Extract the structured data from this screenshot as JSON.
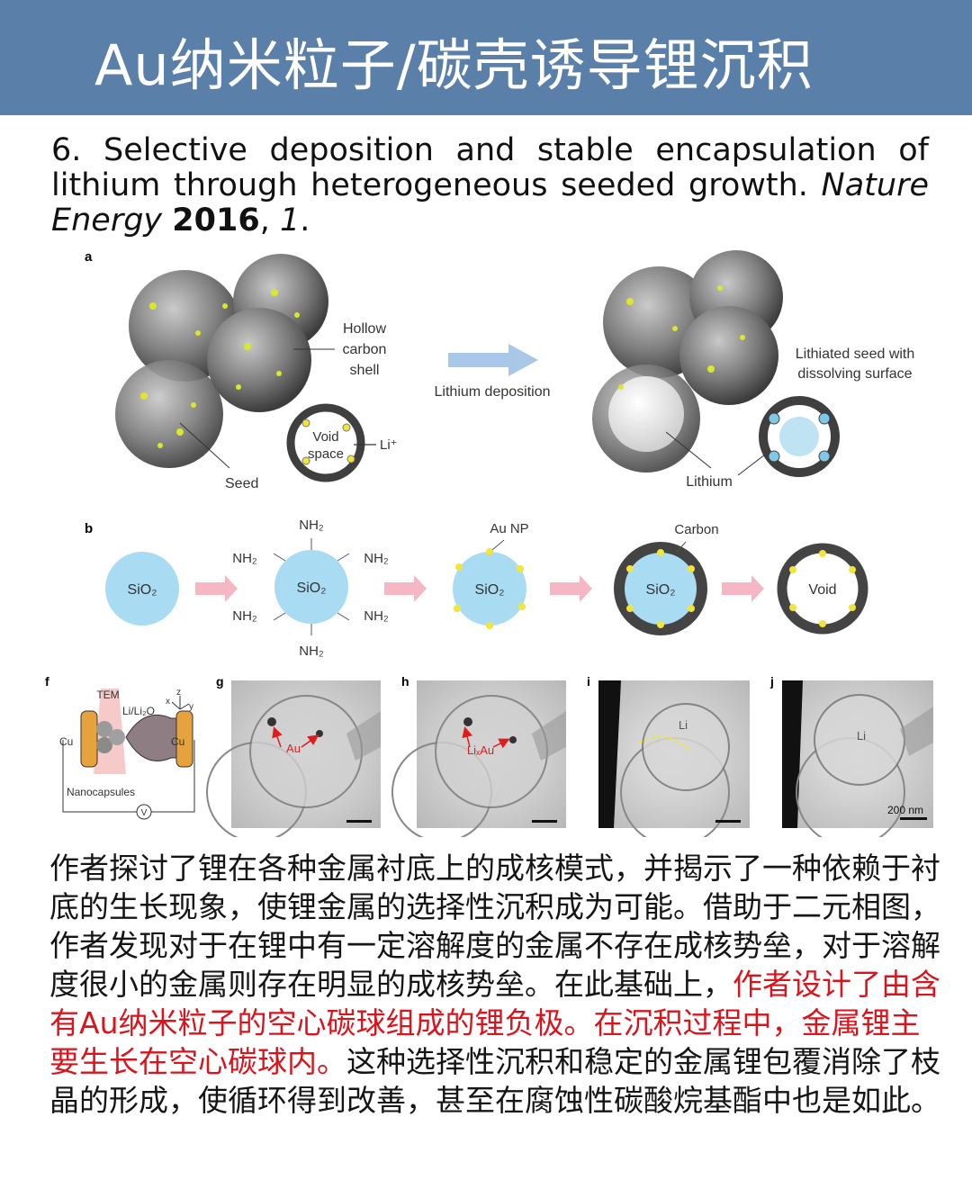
{
  "header": {
    "title": "Au纳米粒子/碳壳诱导锂沉积"
  },
  "citation": {
    "number": "6.",
    "title": "Selective deposition and stable encapsulation of lithium through heterogeneous seeded growth.",
    "journal": "Nature Energy",
    "year": "2016",
    "volume": "1",
    "sep": ", ",
    "end": "."
  },
  "figure": {
    "panel_a": {
      "label": "a",
      "hollow_line1": "Hollow",
      "hollow_line2": "carbon",
      "hollow_line3": "shell",
      "void_line1": "Void",
      "void_line2": "space",
      "li_ion": "Li⁺",
      "seed": "Seed",
      "deposition": "Lithium deposition",
      "lithiated_line1": "Lithiated seed with",
      "lithiated_line2": "dissolving surface",
      "lithium": "Lithium"
    },
    "panel_b": {
      "label": "b",
      "sio2": "SiO₂",
      "nh2": "NH₂",
      "au_np": "Au NP",
      "carbon": "Carbon",
      "void": "Void"
    },
    "panel_f": {
      "label": "f",
      "tem": "TEM",
      "li_li2o": "Li/Li₂O",
      "cu": "Cu",
      "nanocapsules": "Nanocapsules",
      "v": "V",
      "axis_z": "z",
      "axis_x": "x",
      "axis_y": "y"
    },
    "panel_g": {
      "label": "g",
      "annotation": "Au"
    },
    "panel_h": {
      "label": "h",
      "annotation": "LiₓAu"
    },
    "panel_i": {
      "label": "i",
      "annotation": "Li"
    },
    "panel_j": {
      "label": "j",
      "annotation": "Li",
      "scale": "200 nm"
    }
  },
  "body": {
    "p1": "作者探讨了锂在各种金属衬底上的成核模式，并揭示了一种依赖于衬底的生长现象，使锂金属的选择性沉积成为可能。借助于二元相图，作者发现对于在锂中有一定溶解度的金属不存在成核势垒，对于溶解度很小的金属则存在明显的成核势垒。在此基础上，",
    "highlight": "作者设计了由含有Au纳米粒子的空心碳球组成的锂负极。在沉积过程中，金属锂主要生长在空心碳球内。",
    "p2": "这种选择性沉积和稳定的金属锂包覆消除了枝晶的形成，使循环得到改善，甚至在腐蚀性碳酸烷基酯中也是如此。"
  },
  "colors": {
    "banner": "#5a7fa8",
    "highlight": "#d8141c",
    "sio2": "#a9dcf2",
    "au": "#f2e43a",
    "shell": "#4a4a4a"
  }
}
